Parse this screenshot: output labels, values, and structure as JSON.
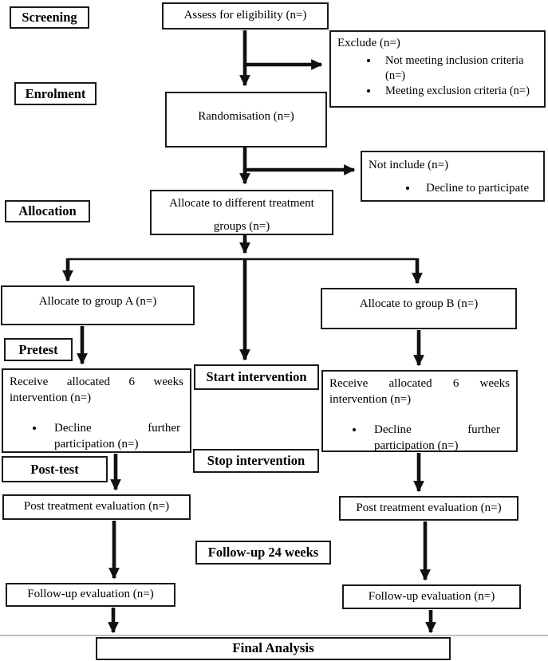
{
  "diagram": {
    "stages": {
      "screening": "Screening",
      "enrolment": "Enrolment",
      "allocation": "Allocation",
      "pretest": "Pretest",
      "posttest": "Post-test",
      "followup": "Follow-up 24 weeks"
    },
    "boxes": {
      "assess": "Assess for eligibility (n=)",
      "exclude": {
        "title": "Exclude (n=)",
        "bullets": [
          "Not meeting inclusion criteria (n=)",
          "Meeting exclusion criteria (n=)"
        ]
      },
      "randomisation": "Randomisation (n=)",
      "not_include": {
        "title": "Not include (n=)",
        "bullets": [
          "Decline to participate"
        ]
      },
      "allocate_groups": {
        "line1": "Allocate to different treatment",
        "line2": "groups (n=)"
      },
      "group_a": "Allocate to group A (n=)",
      "group_b": "Allocate to group B (n=)",
      "receive": {
        "text": "Receive allocated 6 weeks intervention (n=)",
        "bullets": [
          "Decline further participation (n=)"
        ]
      },
      "start_intervention": "Start intervention",
      "stop_intervention": "Stop intervention",
      "post_treatment": "Post treatment evaluation (n=)",
      "followup_eval": "Follow-up evaluation (n=)",
      "final_analysis": "Final Analysis"
    },
    "colors": {
      "line": "#111111",
      "border": "#1a1a1a",
      "background": "#ffffff"
    }
  }
}
